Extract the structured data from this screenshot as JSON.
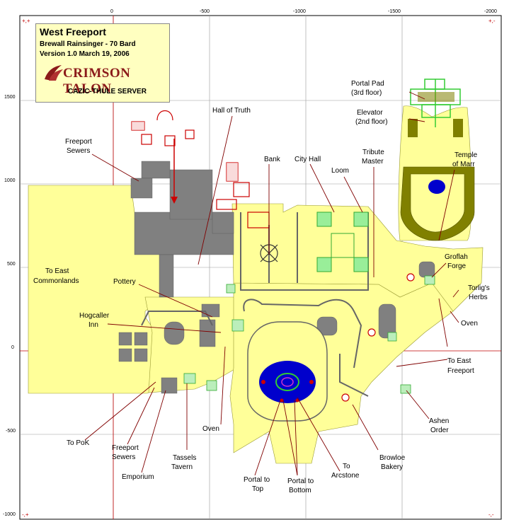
{
  "title_box": {
    "title": "West Freeport",
    "author": "Brewall Rainsinger - 70 Bard",
    "version": "Version 1.0 March 19, 2006",
    "logo_text": "CRIMSON TALON",
    "server": "CAZIC-THULE SERVER"
  },
  "axes": {
    "x_ticks": [
      "0",
      "-500",
      "-1000",
      "-1500",
      "-2000"
    ],
    "y_ticks": [
      "1500",
      "1000",
      "500",
      "0",
      "-500",
      "-1000"
    ],
    "corners": {
      "top_left": "+,+",
      "top_right": "+,-",
      "bottom_left": "-,+",
      "bottom_right": "-,-"
    }
  },
  "labels": {
    "portal_pad_1": "Portal Pad",
    "portal_pad_2": "(3rd floor)",
    "elevator_1": "Elevator",
    "elevator_2": "(2nd floor)",
    "hall_of_truth": "Hall of Truth",
    "freeport_sewers_n1": "Freeport",
    "freeport_sewers_n2": "Sewers",
    "bank": "Bank",
    "city_hall": "City Hall",
    "tribute_1": "Tribute",
    "tribute_2": "Master",
    "loom": "Loom",
    "temple_1": "Temple",
    "temple_2": "of Marr",
    "commonlands_1": "To East",
    "commonlands_2": "Commonlands",
    "pottery": "Pottery",
    "hogcaller_1": "Hogcaller",
    "hogcaller_2": "Inn",
    "groflah_1": "Groflah",
    "groflah_2": "Forge",
    "torlig_1": "Torlig's",
    "torlig_2": "Herbs",
    "oven_e": "Oven",
    "east_freeport_1": "To East",
    "east_freeport_2": "Freeport",
    "ashen_1": "Ashen",
    "ashen_2": "Order",
    "to_pok": "To PoK",
    "sewers_s1": "Freeport",
    "sewers_s2": "Sewers",
    "emporium": "Emporium",
    "tassels_1": "Tassels",
    "tassels_2": "Tavern",
    "oven_s": "Oven",
    "portal_top_1": "Portal to",
    "portal_top_2": "Top",
    "portal_bottom_1": "Portal to",
    "portal_bottom_2": "Bottom",
    "arcstone_1": "To",
    "arcstone_2": "Arcstone",
    "browloe_1": "Browloe",
    "browloe_2": "Bakery"
  },
  "colors": {
    "ground": "#ffff99",
    "building": "#808080",
    "water": "#0000cc",
    "temple": "#808000",
    "red_lines": "#cc0000",
    "green_floor": "#33cc33",
    "grid": "#999999",
    "axis": "#c00000"
  }
}
